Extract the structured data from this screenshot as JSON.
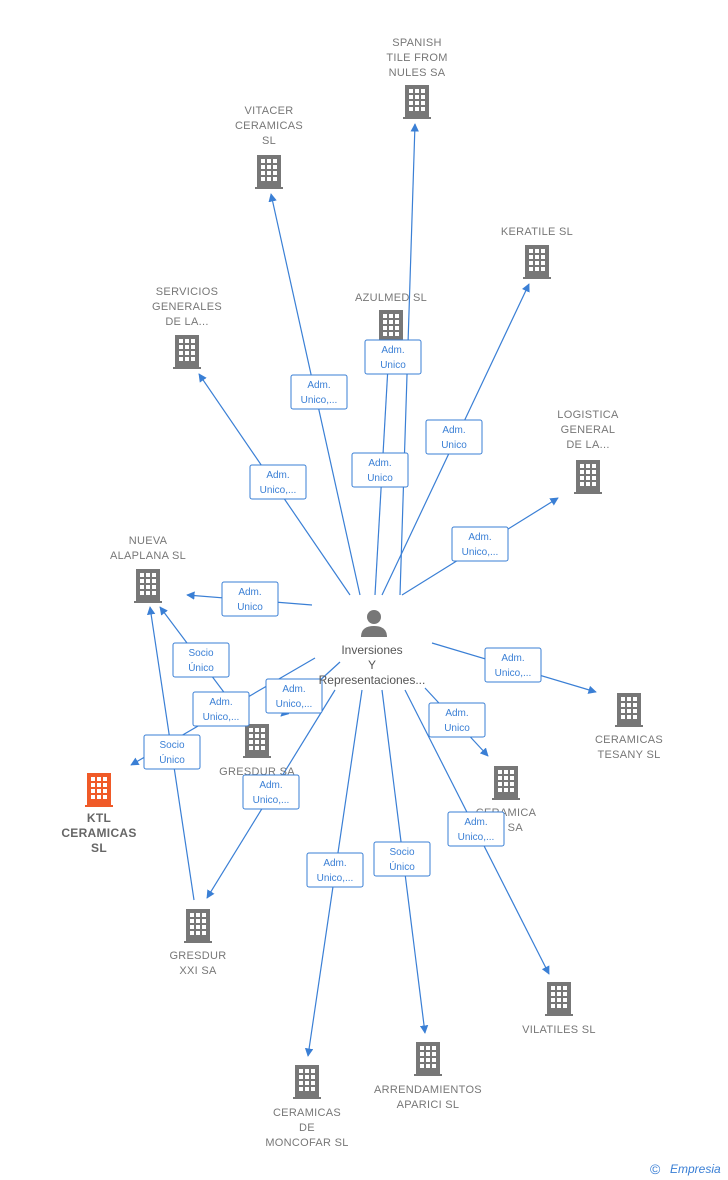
{
  "center": {
    "icon": "person-icon",
    "label_lines": [
      "Inversiones",
      "Y",
      "Representaciones..."
    ]
  },
  "nodes": [
    {
      "id": "spanish-tile",
      "label_lines": [
        "SPANISH",
        "TILE FROM",
        "NULES SA"
      ],
      "icon": "building-icon",
      "color": "#777777"
    },
    {
      "id": "vitacer",
      "label_lines": [
        "VITACER",
        "CERAMICAS",
        "SL"
      ],
      "icon": "building-icon",
      "color": "#777777"
    },
    {
      "id": "keratile",
      "label_lines": [
        "KERATILE  SL"
      ],
      "icon": "building-icon",
      "color": "#777777"
    },
    {
      "id": "azulmed",
      "label_lines": [
        "AZULMED  SL"
      ],
      "icon": "building-icon",
      "color": "#777777"
    },
    {
      "id": "servicios",
      "label_lines": [
        "SERVICIOS",
        "GENERALES",
        "DE LA..."
      ],
      "icon": "building-icon",
      "color": "#777777"
    },
    {
      "id": "logistica",
      "label_lines": [
        "LOGISTICA",
        "GENERAL",
        "DE LA..."
      ],
      "icon": "building-icon",
      "color": "#777777"
    },
    {
      "id": "nueva-alaplana",
      "label_lines": [
        "NUEVA",
        "ALAPLANA  SL"
      ],
      "icon": "building-icon",
      "color": "#777777"
    },
    {
      "id": "ktl",
      "label_lines": [
        "KTL",
        "CERAMICAS",
        "SL"
      ],
      "icon": "building-icon",
      "color": "#f05a28",
      "highlight": true
    },
    {
      "id": "gresdur-sa",
      "label_lines": [
        "GRESDUR SA"
      ],
      "icon": "building-icon",
      "color": "#777777"
    },
    {
      "id": "ceramicas-tesany",
      "label_lines": [
        "CERAMICAS",
        "TESANY  SL"
      ],
      "icon": "building-icon",
      "color": "#777777"
    },
    {
      "id": "ceramica-se",
      "label_lines": [
        "CERAMICA",
        "SE SA"
      ],
      "icon": "building-icon",
      "color": "#777777"
    },
    {
      "id": "gresdur-xxi",
      "label_lines": [
        "GRESDUR",
        "XXI SA"
      ],
      "icon": "building-icon",
      "color": "#777777"
    },
    {
      "id": "vilatiles",
      "label_lines": [
        "VILATILES  SL"
      ],
      "icon": "building-icon",
      "color": "#777777"
    },
    {
      "id": "arrendamientos",
      "label_lines": [
        "ARRENDAMIENTOS",
        "APARICI SL"
      ],
      "icon": "building-icon",
      "color": "#777777"
    },
    {
      "id": "moncofar",
      "label_lines": [
        "CERAMICAS",
        "DE",
        "MONCOFAR  SL"
      ],
      "icon": "building-icon",
      "color": "#777777"
    }
  ],
  "edges": [
    {
      "to": "spanish-tile",
      "label_lines": [
        "Adm.",
        "Unico"
      ]
    },
    {
      "to": "vitacer",
      "label_lines": [
        "Adm.",
        "Unico,..."
      ]
    },
    {
      "to": "keratile",
      "label_lines": [
        "Adm.",
        "Unico"
      ]
    },
    {
      "to": "azulmed",
      "label_lines": [
        "Adm.",
        "Unico"
      ]
    },
    {
      "to": "servicios",
      "label_lines": [
        "Adm.",
        "Unico,..."
      ]
    },
    {
      "to": "logistica",
      "label_lines": [
        "Adm.",
        "Unico,..."
      ]
    },
    {
      "to": "nueva-alaplana",
      "label_lines": [
        "Adm.",
        "Unico"
      ]
    },
    {
      "to": "ktl",
      "label_lines": [
        "Adm.",
        "Unico,..."
      ]
    },
    {
      "to": "gresdur-sa",
      "label_lines": [
        "Adm.",
        "Unico,..."
      ]
    },
    {
      "to": "ceramicas-tesany",
      "label_lines": [
        "Adm.",
        "Unico,..."
      ]
    },
    {
      "to": "ceramica-se",
      "label_lines": [
        "Adm.",
        "Unico"
      ]
    },
    {
      "to": "gresdur-xxi",
      "label_lines": [
        "Adm.",
        "Unico,..."
      ]
    },
    {
      "to": "vilatiles",
      "label_lines": [
        "Adm.",
        "Unico,..."
      ]
    },
    {
      "to": "arrendamientos",
      "label_lines": [
        "Socio",
        "Único"
      ]
    },
    {
      "to": "moncofar",
      "label_lines": [
        "Adm.",
        "Unico,..."
      ]
    },
    {
      "from": "gresdur-sa",
      "to": "nueva-alaplana",
      "label_lines": [
        "Socio",
        "Único"
      ]
    },
    {
      "from": "gresdur-xxi",
      "to": "nueva-alaplana",
      "label_lines": [
        "Socio",
        "Único"
      ]
    }
  ],
  "footer": {
    "copyright_symbol": "©",
    "brand": "Empresia"
  }
}
